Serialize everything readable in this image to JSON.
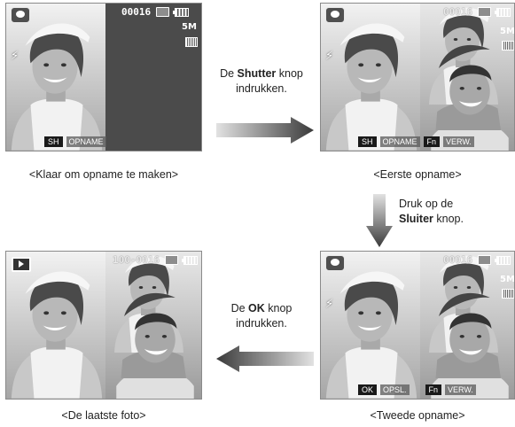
{
  "screen1": {
    "frame_count": "00016",
    "image_size": "5M",
    "key": "SH",
    "key_label": "OPNAME",
    "caption": "<Klaar om opname te maken>"
  },
  "screen2": {
    "frame_count": "00016",
    "image_size": "5M",
    "key1": "SH",
    "key1_label": "OPNAME",
    "key2": "Fn",
    "key2_label": "VERW.",
    "caption": "<Eerste opname>"
  },
  "screen3": {
    "frame_count": "00016",
    "image_size": "5M",
    "key1": "OK",
    "key1_label": "OPSL.",
    "key2": "Fn",
    "key2_label": "VERW.",
    "caption": "<Tweede opname>"
  },
  "screen4": {
    "file_number": "100-0016",
    "caption": "<De laatste foto>"
  },
  "instructions": {
    "step1": {
      "prefix": "De ",
      "bold": "Shutter",
      "suffix": " knop",
      "line2": "indrukken."
    },
    "step2": {
      "line1": "Druk op de",
      "bold": "Sluiter",
      "suffix": " knop."
    },
    "step3": {
      "prefix": "De ",
      "bold": "OK",
      "suffix": " knop",
      "line2": "indrukken."
    }
  },
  "colors": {
    "arrow_dark": "#3a3a3a",
    "arrow_light": "#d5d5d5",
    "screen_panel": "#4b4b4b"
  }
}
